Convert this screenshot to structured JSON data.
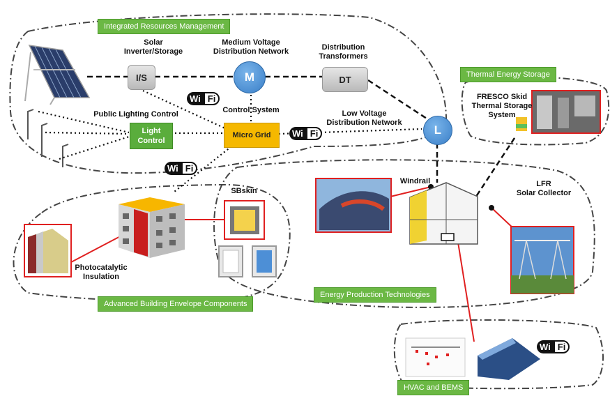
{
  "group_tags": {
    "integrated": "Integrated Resources Management",
    "thermal": "Thermal Energy Storage",
    "envelope": "Advanced Building Envelope Components",
    "production": "Energy Production Technologies",
    "hvac": "HVAC and BEMS"
  },
  "nodes": {
    "is": "I/S",
    "m": "M",
    "dt": "DT",
    "l": "L",
    "light": "Light\nControl",
    "microgrid": "Micro Grid"
  },
  "labels": {
    "solar_inverter": "Solar\nInverter/Storage",
    "mv_network": "Medium Voltage\nDistribution Network",
    "dist_transformers": "Distribution\nTransformers",
    "public_lighting": "Public Lighting Control",
    "control_system": "Control System",
    "lv_network": "Low Voltage\nDistribution Network",
    "fresco": "FRESCO Skid\nThermal Storage\nSystem",
    "windrail": "Windrail",
    "lfr": "LFR\nSolar Collector",
    "sbskin": "SBskin",
    "photocatalytic": "Photocatalytic\nInsulation"
  },
  "wifi": {
    "part1": "Wi",
    "part2": "Fi"
  },
  "colors": {
    "green": "#6bb844",
    "yellow": "#f5b800",
    "blue": "#3a7fc8",
    "red": "#e02020"
  }
}
